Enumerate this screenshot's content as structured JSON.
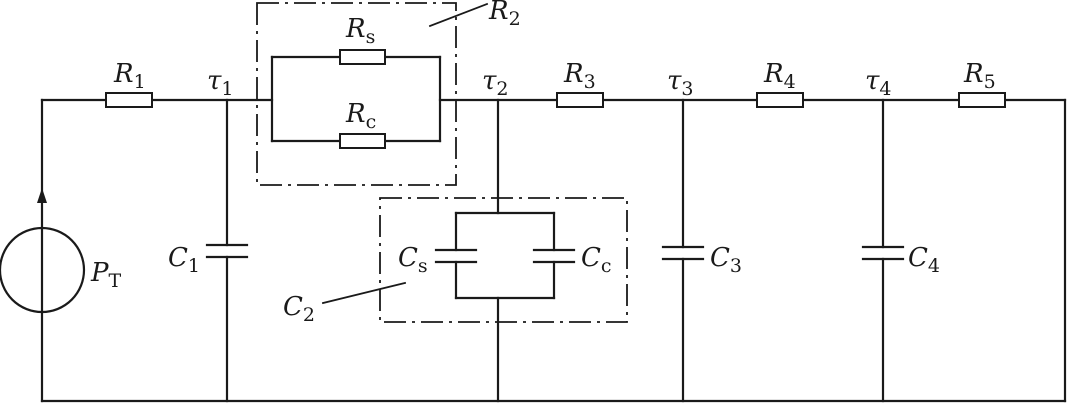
{
  "nodes": [
    {
      "symbol": "τ",
      "sub": "1"
    },
    {
      "symbol": "τ",
      "sub": "2"
    },
    {
      "symbol": "τ",
      "sub": "3"
    },
    {
      "symbol": "τ",
      "sub": "4"
    }
  ],
  "resistors": [
    {
      "symbol": "R",
      "sub": "1"
    },
    {
      "symbol": "R",
      "sub": "s"
    },
    {
      "symbol": "R",
      "sub": "c"
    },
    {
      "symbol": "R",
      "sub": "3"
    },
    {
      "symbol": "R",
      "sub": "4"
    },
    {
      "symbol": "R",
      "sub": "5"
    }
  ],
  "groups": [
    {
      "symbol": "R",
      "sub": "2"
    },
    {
      "symbol": "C",
      "sub": "2"
    }
  ],
  "capacitors": [
    {
      "symbol": "C",
      "sub": "1"
    },
    {
      "symbol": "C",
      "sub": "s"
    },
    {
      "symbol": "C",
      "sub": "c"
    },
    {
      "symbol": "C",
      "sub": "3"
    },
    {
      "symbol": "C",
      "sub": "4"
    }
  ],
  "source": {
    "symbol": "P",
    "sub": "T"
  }
}
